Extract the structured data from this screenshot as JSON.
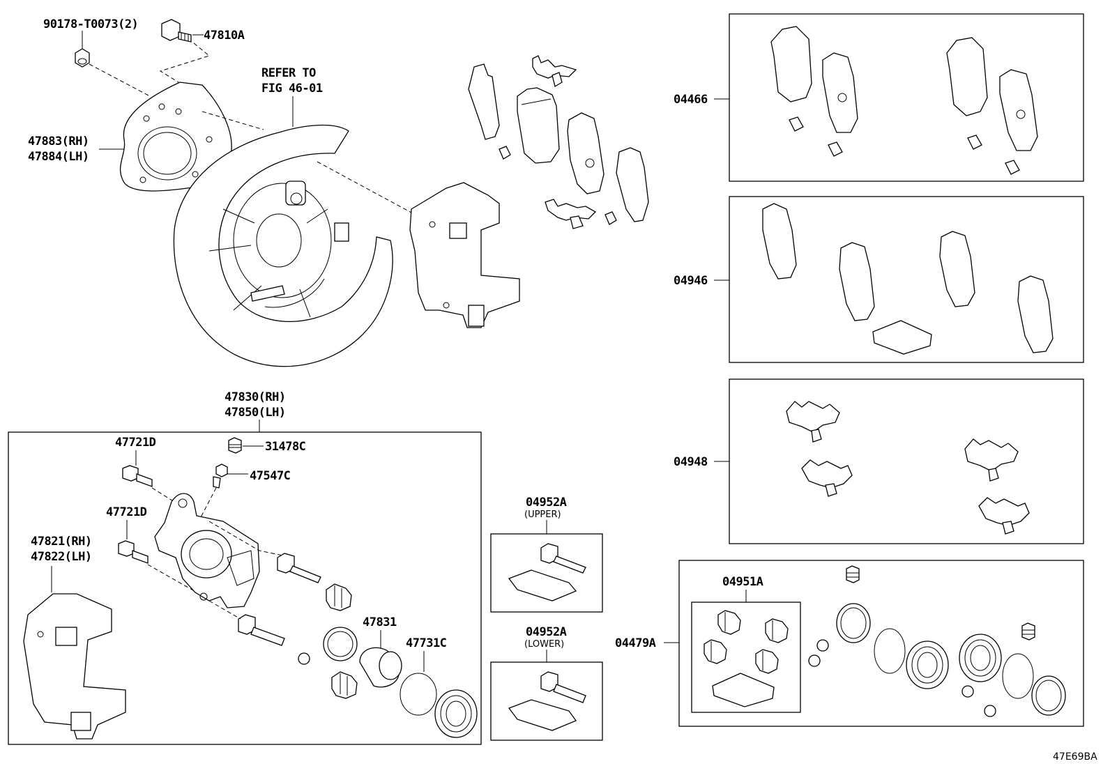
{
  "labels": {
    "p90178": "90178-T0073(2)",
    "p47810a": "47810A",
    "refer1": "REFER TO",
    "refer2": "FIG 46-01",
    "p47883": "47883(RH)",
    "p47884": "47884(LH)",
    "p47830": "47830(RH)",
    "p47850": "47850(LH)",
    "p47721d_a": "47721D",
    "p31478c": "31478C",
    "p47547c": "47547C",
    "p47721d_b": "47721D",
    "p47821": "47821(RH)",
    "p47822": "47822(LH)",
    "p47831": "47831",
    "p47731c": "47731C",
    "p04952a_u": "04952A",
    "upper": "(UPPER)",
    "p04952a_l": "04952A",
    "lower": "(LOWER)",
    "p04466": "04466",
    "p04946": "04946",
    "p04948": "04948",
    "p04951a": "04951A",
    "p04479a": "04479A",
    "diagram_code": "47E69BA"
  }
}
